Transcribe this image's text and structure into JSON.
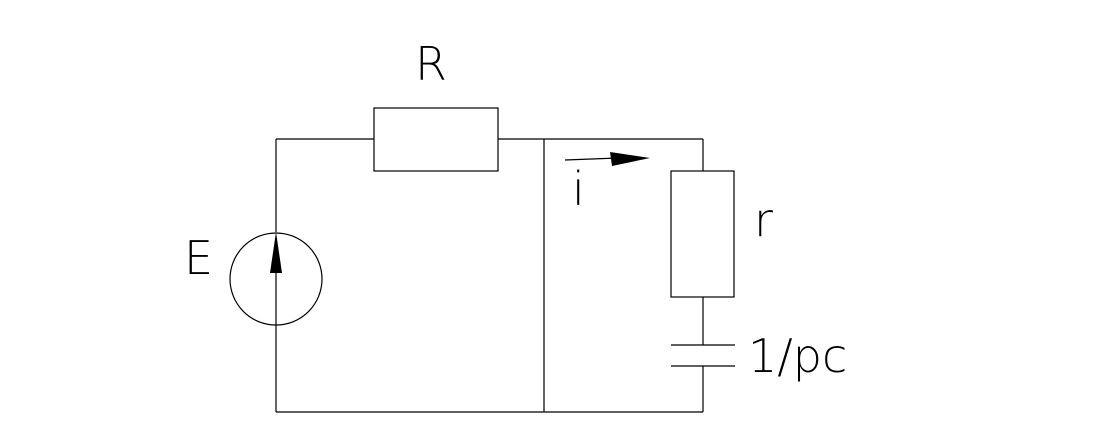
{
  "labels": {
    "resistor_R": "R",
    "source_E": "E",
    "current_i": "i",
    "resistor_r": "r",
    "capacitor": "1/pc"
  },
  "colors": {
    "line": "#000000",
    "background": "#ffffff"
  }
}
